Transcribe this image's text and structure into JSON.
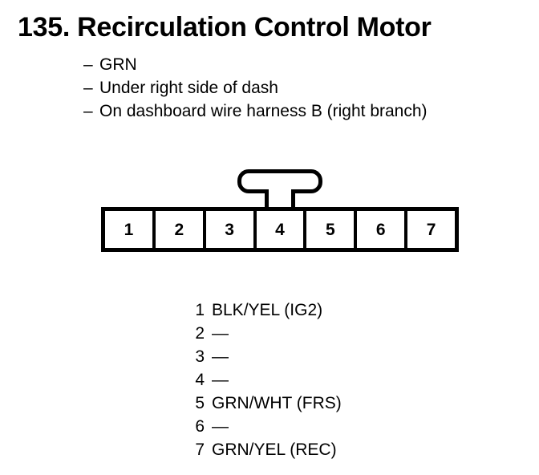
{
  "title": "135. Recirculation Control Motor",
  "notes": {
    "marker": "–",
    "items": [
      "GRN",
      "Under right side of dash",
      "On dashboard wire harness B (right branch)"
    ]
  },
  "connector": {
    "latch_position_pin": 4,
    "pins": [
      {
        "number": "1"
      },
      {
        "number": "2"
      },
      {
        "number": "3"
      },
      {
        "number": "4"
      },
      {
        "number": "5"
      },
      {
        "number": "6"
      },
      {
        "number": "7"
      }
    ]
  },
  "pin_legend": [
    {
      "number": "1",
      "label": "BLK/YEL (IG2)"
    },
    {
      "number": "2",
      "label": "—"
    },
    {
      "number": "3",
      "label": "—"
    },
    {
      "number": "4",
      "label": "—"
    },
    {
      "number": "5",
      "label": "GRN/WHT (FRS)"
    },
    {
      "number": "6",
      "label": "—"
    },
    {
      "number": "7",
      "label": "GRN/YEL (REC)"
    }
  ]
}
